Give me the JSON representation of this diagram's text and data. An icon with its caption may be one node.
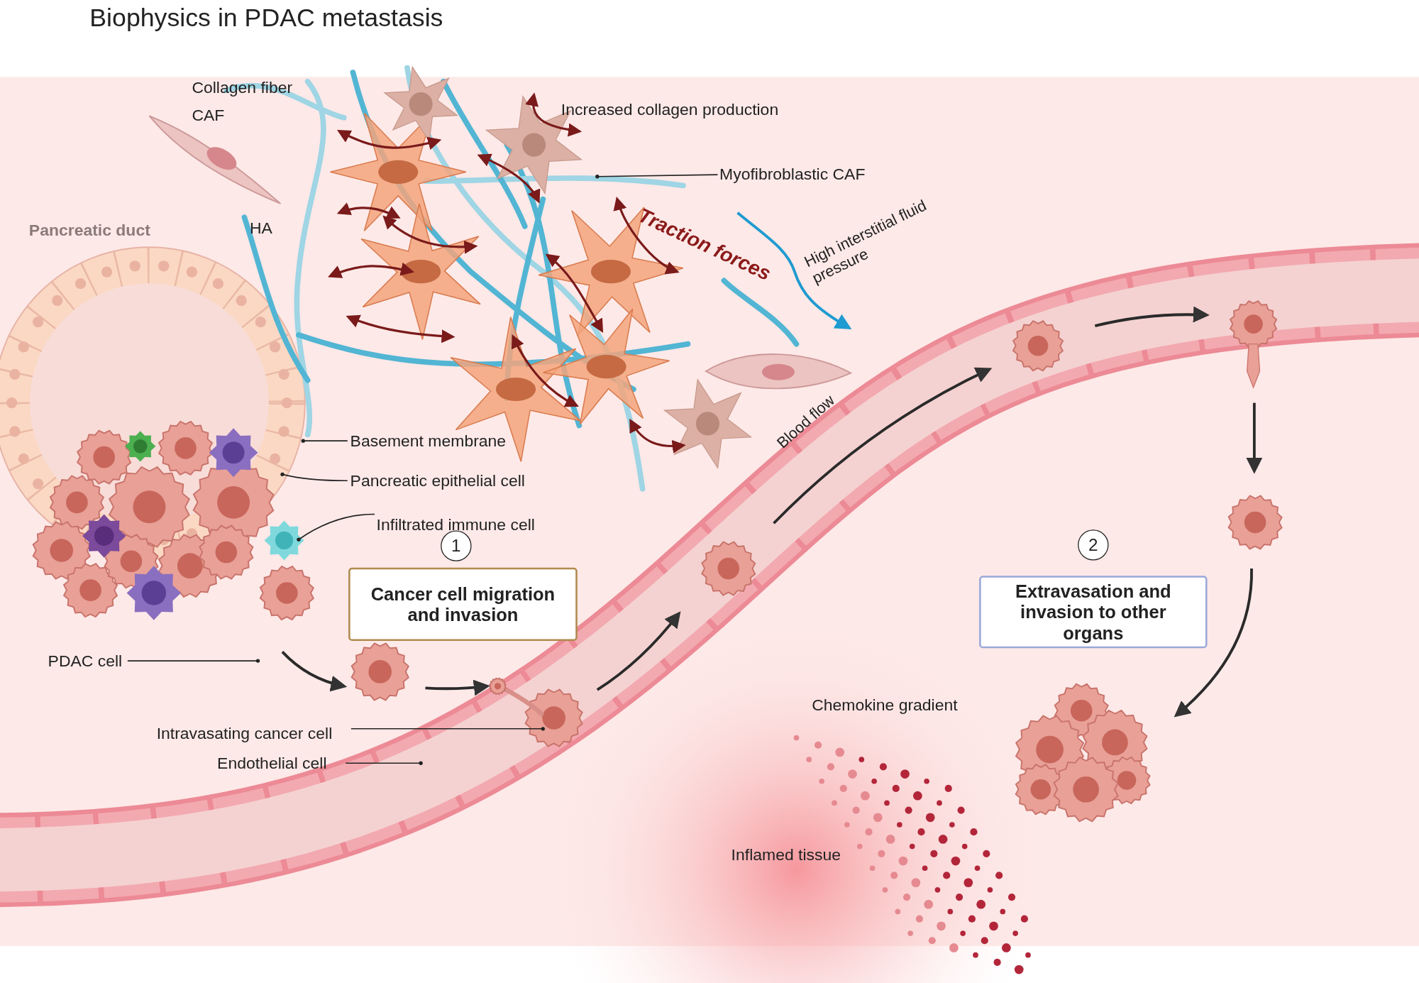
{
  "diagram": {
    "title": "Biophysics in PDAC metastasis",
    "nodes": [
      {
        "text": [
          "Myofibroblastic CAF"
        ]
      },
      {
        "text": [
          "Basement membrane"
        ]
      },
      {
        "text": [
          "Pancreatic epithelial cell"
        ]
      },
      {
        "text": [
          "Infiltrated immune cell"
        ]
      },
      {
        "text": [
          "PDAC cell"
        ]
      },
      {
        "text": [
          "Intravasating cancer cell"
        ]
      },
      {
        "text": [
          "Endothelial cell"
        ]
      },
      {
        "text": [
          "1"
        ]
      },
      {
        "text": [
          "Cancer cell migration and invasion"
        ]
      },
      {
        "text": [
          "2"
        ]
      },
      {
        "text": [
          "Extravasation and invasion to other organs"
        ]
      },
      {
        "text": [],
        "shape": "picture"
      },
      {
        "text": [],
        "shape": "picture"
      },
      {
        "text": [],
        "shape": "picture"
      },
      {
        "text": [],
        "shape": "picture"
      },
      {
        "text": [],
        "shape": "picture"
      },
      {
        "text": [],
        "shape": "picture"
      },
      {
        "text": [],
        "shape": "picture"
      },
      {
        "text": [],
        "shape": "picture"
      },
      {
        "text": [],
        "shape": "picture"
      }
    ],
    "edges": [
      {
        "from": 0,
        "to": null,
        "arrow": "other"
      },
      {
        "from": 1,
        "to": 19,
        "arrow": "other"
      },
      {
        "from": 2,
        "to": 19,
        "arrow": "other"
      },
      {
        "from": 3,
        "to": 11,
        "arrow": "other"
      },
      {
        "from": 4,
        "to": null,
        "arrow": "other"
      },
      {
        "from": 5,
        "to": 13,
        "arrow": "other"
      },
      {
        "from": 6,
        "to": null,
        "arrow": "other"
      },
      {
        "from": 11,
        "to": 12,
        "arrow": "to"
      },
      {
        "from": 12,
        "to": 13,
        "arrow": "to"
      },
      {
        "from": 13,
        "to": 14,
        "arrow": "to"
      },
      {
        "from": 14,
        "to": 15,
        "arrow": "to",
        "label": "Blood flow"
      },
      {
        "from": 15,
        "to": 16,
        "arrow": "to"
      },
      {
        "from": 16,
        "to": 17,
        "arrow": "to"
      },
      {
        "from": 17,
        "to": 18,
        "arrow": "to"
      }
    ],
    "labels": [
      "Collagen fiber",
      "CAF",
      "Increased collagen production",
      "HA",
      "Traction forces",
      "High interstitial fluid pressure",
      "Pancreatic duct",
      "Chemokine gradient",
      "Inflamed tissue"
    ]
  }
}
